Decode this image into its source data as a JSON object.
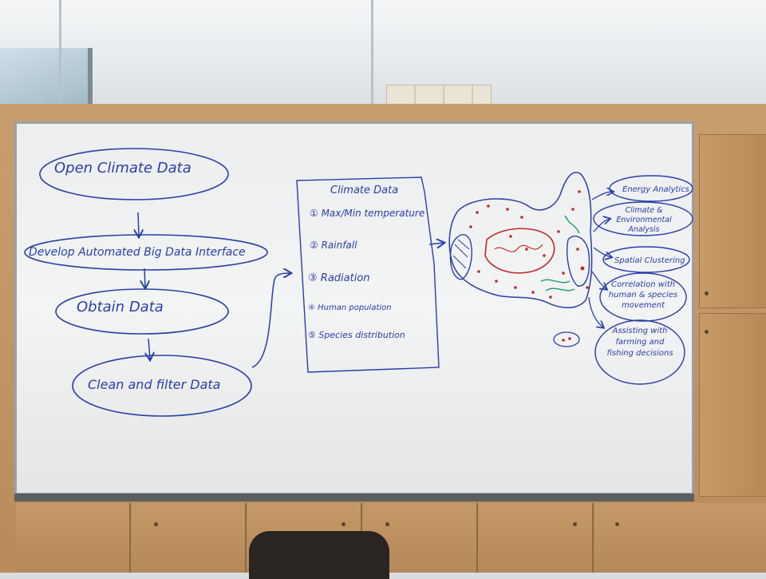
{
  "board": {
    "pipeline": [
      "Open Climate Data",
      "Develop Automated Big Data Interface",
      "Obtain Data",
      "Clean and filter Data"
    ],
    "climate_data": {
      "title": "Climate Data",
      "items": [
        "① Max/Min temperature",
        "② Rainfall",
        "③ Radiation",
        "④ Human population",
        "⑤ Species distribution"
      ]
    },
    "outputs": [
      "Energy Analytics",
      "Climate & Environmental Analysis",
      "Spatial Clustering",
      "Correlation with human & species movement",
      "Assisting with farming and fishing decisions"
    ]
  },
  "colors": {
    "marker_blue": "#2a3ea8",
    "marker_red": "#c0282a",
    "marker_green": "#1f9a6a",
    "board": "#eff0f1",
    "cabinet": "#c29463"
  },
  "icons": [
    "arrow-right-icon",
    "arrow-down-icon"
  ]
}
